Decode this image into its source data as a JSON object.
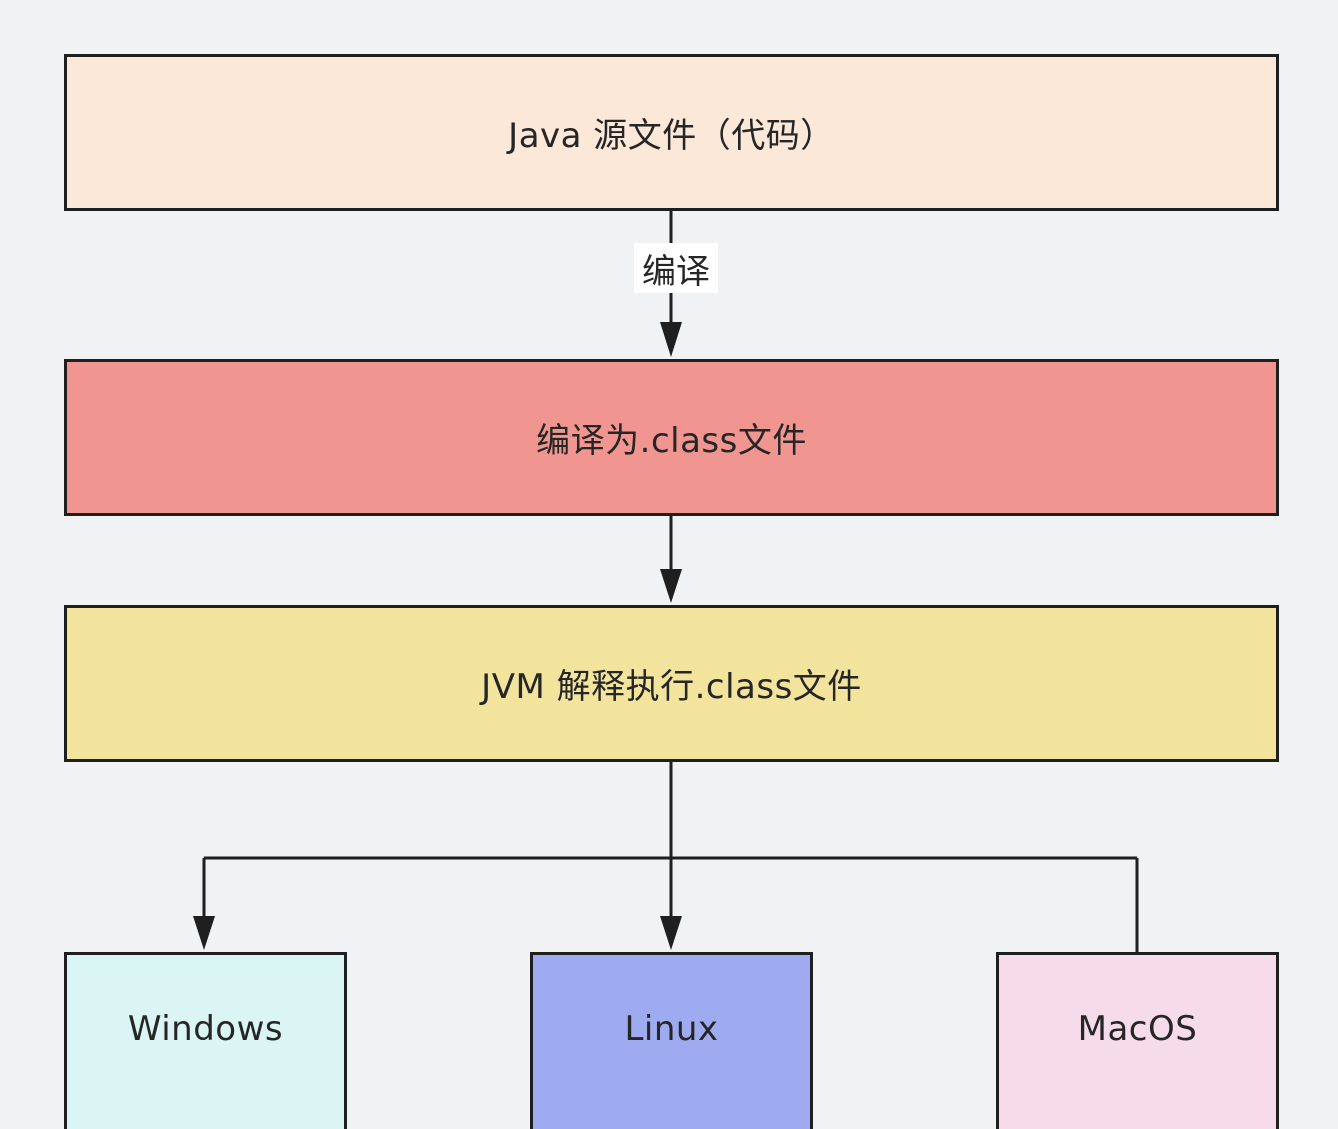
{
  "colors": {
    "background": "#f1f2f4",
    "stroke": "#1f1f1f",
    "text": "#262626"
  },
  "nodes": {
    "source": {
      "label": "Java 源文件（代码）",
      "fill": "#fbe8d9"
    },
    "compile": {
      "label": "编译为.class文件",
      "fill": "#f09590"
    },
    "jvm": {
      "label": "JVM 解释执行.class文件",
      "fill": "#f3e49d"
    },
    "windows": {
      "label": "Windows",
      "fill": "#dbf4f4"
    },
    "linux": {
      "label": "Linux",
      "fill": "#9eabf0"
    },
    "macos": {
      "label": "MacOS",
      "fill": "#f6dceb"
    }
  },
  "edges": {
    "compile_label": "编译"
  }
}
